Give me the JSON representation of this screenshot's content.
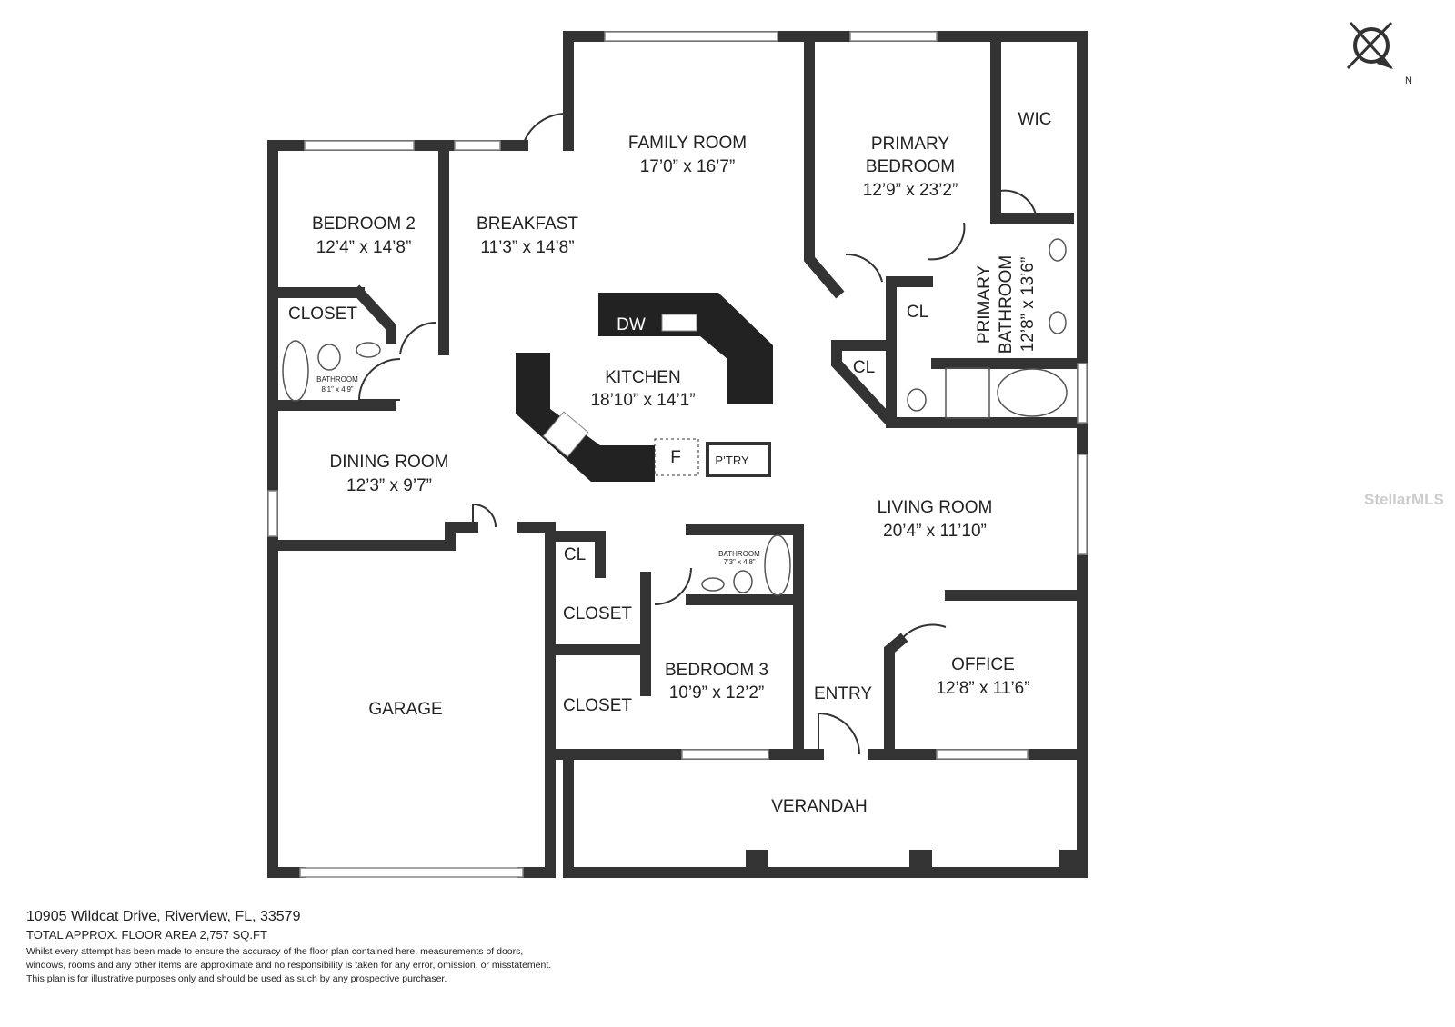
{
  "rooms": {
    "family_room": {
      "name": "FAMILY ROOM",
      "size": "17’0” x 16’7”"
    },
    "primary_bedroom": {
      "name1": "PRIMARY",
      "name2": "BEDROOM",
      "size": "12’9” x 23’2”"
    },
    "wic": {
      "name": "WIC"
    },
    "bedroom2": {
      "name": "BEDROOM 2",
      "size": "12’4” x 14’8”"
    },
    "breakfast": {
      "name": "BREAKFAST",
      "size": "11’3” x 14’8”"
    },
    "closet_bed2": {
      "name": "CLOSET"
    },
    "bathroom_bed2": {
      "name": "BATHROOM",
      "size": "8’1” x 4’9”"
    },
    "kitchen": {
      "name": "KITCHEN",
      "size": "18’10” x 14’1”"
    },
    "dw": {
      "name": "DW"
    },
    "fridge": {
      "name": "F"
    },
    "pantry": {
      "name": "P’TRY"
    },
    "primary_bathroom": {
      "name1": "PRIMARY",
      "name2": "BATHROOM",
      "size": "12’8” x 13’6”"
    },
    "cl_primary1": {
      "name": "CL"
    },
    "cl_primary2": {
      "name": "CL"
    },
    "dining_room": {
      "name": "DINING ROOM",
      "size": "12’3” x 9’7”"
    },
    "living_room": {
      "name": "LIVING ROOM",
      "size": "20’4” x 11’10”"
    },
    "cl_hall": {
      "name": "CL"
    },
    "bathroom_bed3": {
      "name": "BATHROOM",
      "size": "7’3” x 4’8”"
    },
    "closet_hall1": {
      "name": "CLOSET"
    },
    "closet_hall2": {
      "name": "CLOSET"
    },
    "bedroom3": {
      "name": "BEDROOM 3",
      "size": "10’9” x 12’2”"
    },
    "garage": {
      "name": "GARAGE"
    },
    "entry": {
      "name": "ENTRY"
    },
    "office": {
      "name": "OFFICE",
      "size": "12’8” x 11’6”"
    },
    "verandah": {
      "name": "VERANDAH"
    }
  },
  "compass": {
    "label": "N",
    "icon": "compass-icon"
  },
  "footer": {
    "address": "10905 Wildcat Drive, Riverview, FL, 33579",
    "area": "TOTAL APPROX. FLOOR AREA 2,757 SQ.FT",
    "disclaimer1": "Whilst every attempt has been made to ensure the accuracy of the floor plan contained here, measurements of doors,",
    "disclaimer2": "windows, rooms and any other items are approximate and no responsibility is taken for any error, omission, or misstatement.",
    "disclaimer3": "This plan is for illustrative purposes only and should be used as such by any prospective purchaser."
  },
  "watermark": "StellarMLS",
  "colors": {
    "wall": "#333333",
    "background": "#ffffff"
  }
}
